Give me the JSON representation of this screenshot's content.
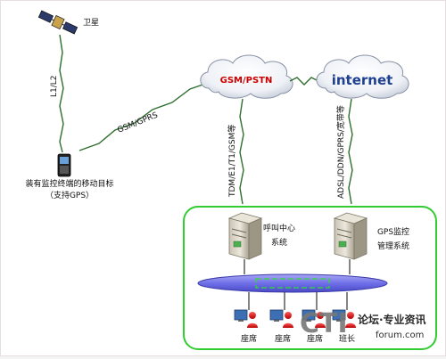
{
  "diagram": {
    "satellite": {
      "label": "卫星",
      "link_label": "L1/L2"
    },
    "mobile": {
      "caption_line1": "装有监控终端的移动目标",
      "caption_line2": "（支持GPS）",
      "link_label": "GSM/GPRS"
    },
    "clouds": {
      "gsm": "GSM/PSTN",
      "internet": "internet"
    },
    "links": {
      "call_center": "TDM/E1/T1/GSM等",
      "gps_server": "ADSL/DDN/GPRS/宽带等"
    },
    "servers": {
      "call_center_line1": "呼叫中心",
      "call_center_line2": "系统",
      "gps_line1": "GPS监控",
      "gps_line2": "管理系统"
    },
    "lan_bar": "",
    "seats": [
      "座席",
      "座席",
      "座席",
      "班长"
    ],
    "watermark": {
      "logo": "CTI",
      "tagline": "论坛·专业资讯",
      "site": "forum.com"
    },
    "colors": {
      "lan_green": "#33cc33",
      "bus_blue": "#6f6fe8",
      "cloud_red": "#cc0000",
      "cloud_blue": "#1f3f90"
    }
  }
}
